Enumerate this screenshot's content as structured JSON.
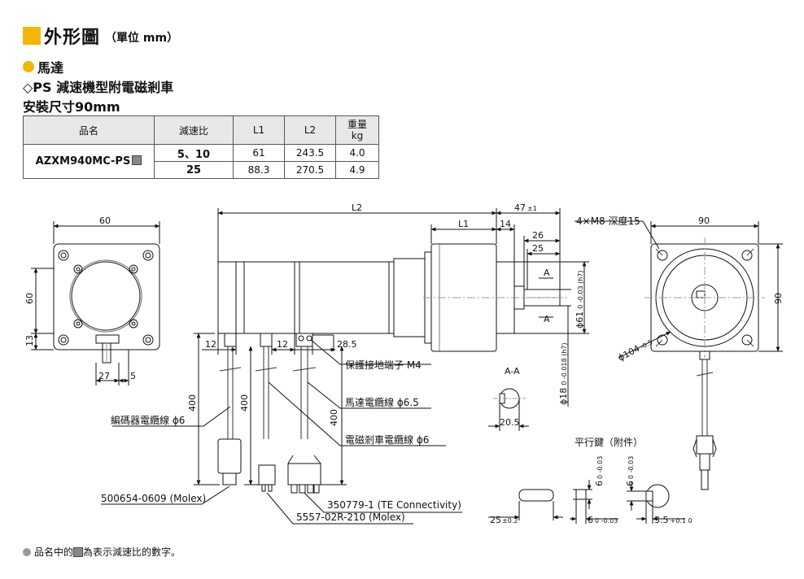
{
  "header": {
    "title": "外形圖",
    "unit": "（單位 mm）"
  },
  "subtitles": {
    "motor": "馬達",
    "series": "◇PS 減速機型附電磁剎車",
    "installation": "安裝尺寸90mm"
  },
  "table": {
    "headers": [
      "品名",
      "減速比",
      "L1",
      "L2",
      "重量",
      "kg"
    ],
    "model": "AZXM940MC-PS",
    "rows": [
      {
        "ratio": "5、10",
        "l1": "61",
        "l2": "243.5",
        "weight": "4.0"
      },
      {
        "ratio": "25",
        "l1": "88.3",
        "l2": "270.5",
        "weight": "4.9"
      }
    ]
  },
  "dims": {
    "d60_top": "60",
    "d60_side": "60",
    "d13": "13",
    "d27": "27",
    "d5": "5",
    "L2": "L2",
    "L1": "L1",
    "d14": "14",
    "d47": "47",
    "d47_tol": "±1",
    "d26": "26",
    "d25": "25",
    "d12a": "12",
    "d12b": "12",
    "d285": "28.5",
    "d400a": "400",
    "d400b": "400",
    "d400c": "400",
    "phi61": "ϕ61",
    "phi61_tol": "0 -0.03 (h7)",
    "phi18": "ϕ18",
    "phi18_tol": "0 -0.018 (h7)",
    "sectionA": "A",
    "sectionAA": "A-A",
    "d205": "20.5",
    "holes": "4×M8 深度15",
    "d90_top": "90",
    "d90_side": "90",
    "phi104": "ϕ104",
    "phi104_tol": "-0.5"
  },
  "labels": {
    "ground": "保護接地端子 M4",
    "motor_cable": "馬達電纜線 ϕ6.5",
    "encoder_cable": "編碼器電纜線 ϕ6",
    "brake_cable": "電磁剎車電纜線 ϕ6",
    "conn1": "500654-0609 (Molex)",
    "conn2": "350779-1 (TE Connectivity)",
    "conn3": "5557-02R-210 (Molex)"
  },
  "key": {
    "title": "平行鍵（附件）",
    "length": "25",
    "length_tol": "±0.2",
    "width": "6",
    "width_tol": "0 -0.03",
    "height": "6",
    "height_tol": "0 -0.03",
    "depth": "3.5",
    "depth_tol": "+0.1 0"
  },
  "footnote": {
    "pre": "品名中的",
    "post": "為表示減速比的數字。"
  }
}
